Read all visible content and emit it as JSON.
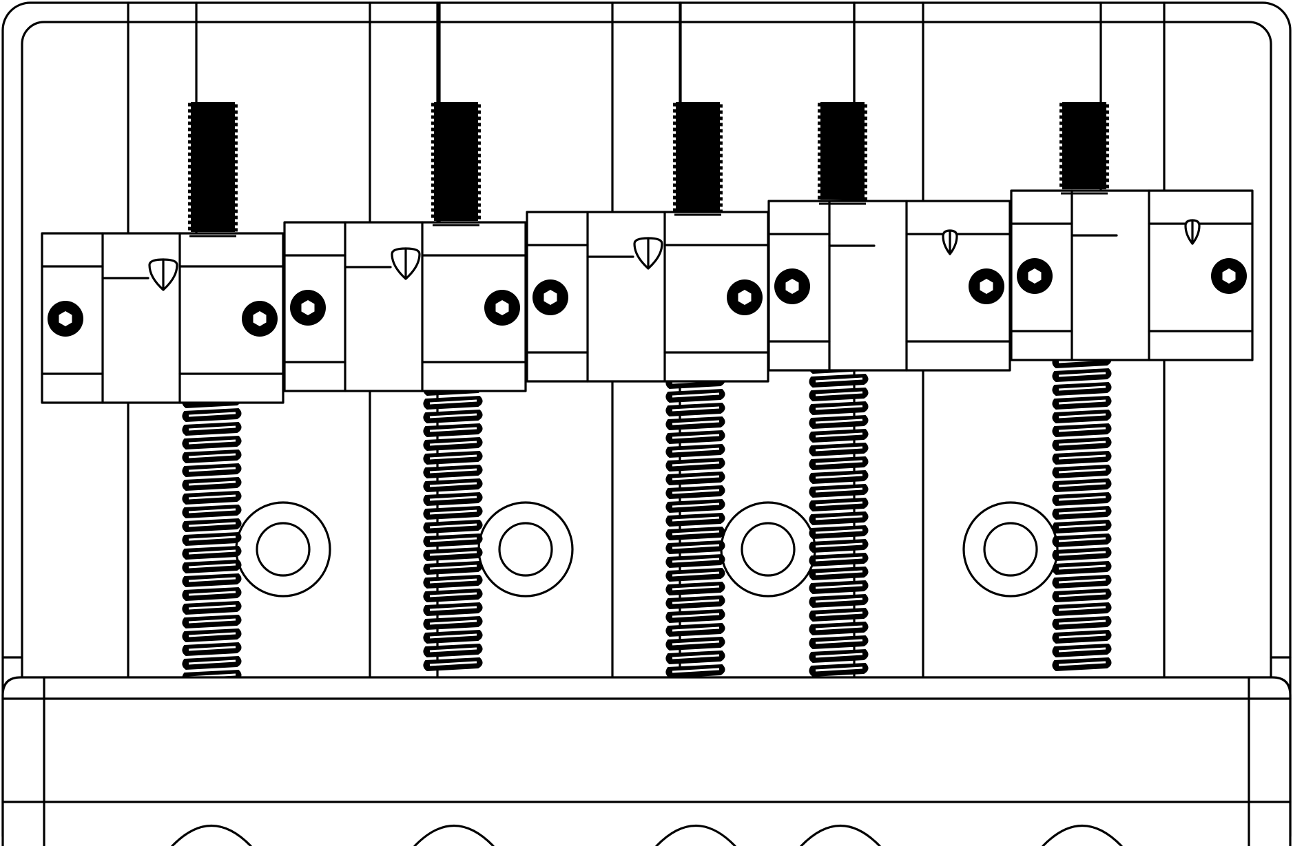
{
  "diagram": {
    "subject": "bass-bridge-line-drawing",
    "colors": {
      "line": "#000000",
      "background": "#ffffff"
    },
    "saddle_count": 5,
    "mounting_hole_count": 4,
    "text_labels": []
  }
}
